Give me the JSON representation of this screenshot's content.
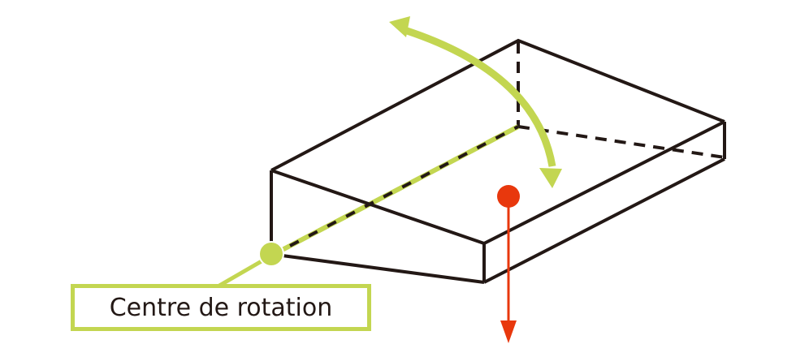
{
  "diagram": {
    "title": "Rotation of a wedge-shaped block",
    "label": "Centre de rotation",
    "colors": {
      "outline": "#231815",
      "rotation": "#c3d651",
      "gravity": "#e8380d",
      "background": "#ffffff"
    },
    "elements": [
      {
        "id": "block",
        "kind": "wedge prism",
        "edges_visible": "solid",
        "edges_hidden": "dashed"
      },
      {
        "id": "rotation-axis",
        "kind": "dash-dot line",
        "style": "green/black"
      },
      {
        "id": "pivot",
        "kind": "circle marker",
        "meaning": "centre of rotation"
      },
      {
        "id": "rotation-arrow",
        "kind": "double-headed curved arrow"
      },
      {
        "id": "center-of-mass",
        "kind": "circle marker",
        "color": "red"
      },
      {
        "id": "weight-vector",
        "kind": "downward arrow",
        "color": "red"
      }
    ]
  }
}
